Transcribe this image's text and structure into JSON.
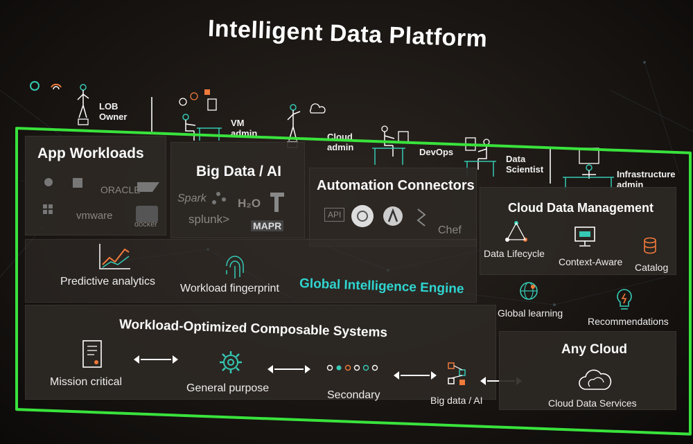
{
  "title": "Intelligent Data Platform",
  "personas": {
    "lob_owner": "LOB\nOwner",
    "vm_admin": "VM\nadmin",
    "cloud_admin": "Cloud\nadmin",
    "devops": "DevOps",
    "data_scientist": "Data\nScientist",
    "infra_admin": "Infrastructure\nadmin"
  },
  "app_workloads": {
    "title": "App Workloads",
    "logos": [
      "ORACLE",
      "vmware",
      "docker"
    ]
  },
  "big_data": {
    "title": "Big Data / AI",
    "logos": [
      "Spark",
      "H₂O",
      "splunk>",
      "MAPR"
    ]
  },
  "automation": {
    "title": "Automation Connectors",
    "logos": [
      "API",
      "Chef"
    ]
  },
  "cloud_data_mgmt": {
    "title": "Cloud Data Management",
    "items": [
      "Data Lifecycle",
      "Context-Aware",
      "Catalog"
    ]
  },
  "engine": {
    "title": "Global Intelligence Engine",
    "items": [
      "Predictive analytics",
      "Workload fingerprint",
      "Global learning",
      "Recommendations"
    ]
  },
  "systems": {
    "title": "Workload-Optimized Composable Systems",
    "items": [
      "Mission critical",
      "General purpose",
      "Secondary",
      "Big data / AI"
    ]
  },
  "any_cloud": {
    "title": "Any Cloud",
    "item": "Cloud Data Services"
  },
  "colors": {
    "accent_green": "#39e33c",
    "engine_cyan": "#2fd4d0",
    "icon_orange": "#f07a3a",
    "icon_teal": "#35c9b4"
  }
}
